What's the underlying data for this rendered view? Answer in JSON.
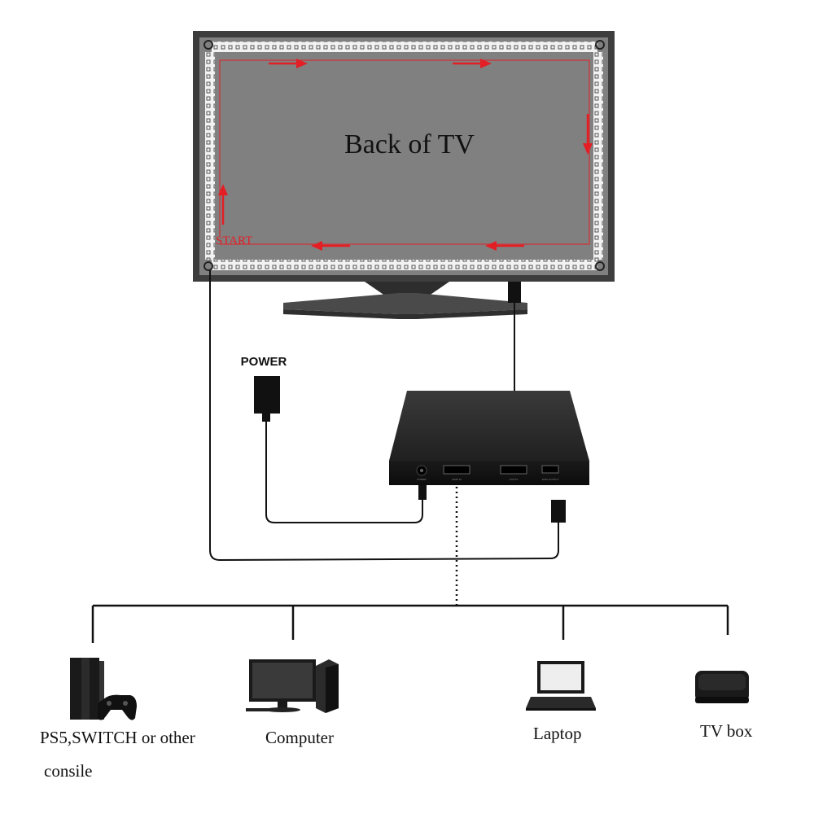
{
  "tv": {
    "title": "Back of TV",
    "start_label": "START"
  },
  "power": {
    "label": "POWER"
  },
  "sync_box": {
    "ports": [
      "POWER",
      "HDMI IN",
      "OUT/TV",
      "DATA OUTPUT"
    ]
  },
  "sources": [
    {
      "label_line1": "PS5,SWITCH or other",
      "label_line2": "consile",
      "icon": "console-icon"
    },
    {
      "label_line1": "Computer",
      "label_line2": "",
      "icon": "computer-icon"
    },
    {
      "label_line1": "Laptop",
      "label_line2": "",
      "icon": "laptop-icon"
    },
    {
      "label_line1": "TV box",
      "label_line2": "",
      "icon": "tv-box-icon"
    }
  ],
  "colors": {
    "tv_screen": "#808080",
    "tv_bezel": "#3a3a3a",
    "arrow": "#e31e24",
    "cable": "#111111",
    "box": "#1c1c1c"
  }
}
